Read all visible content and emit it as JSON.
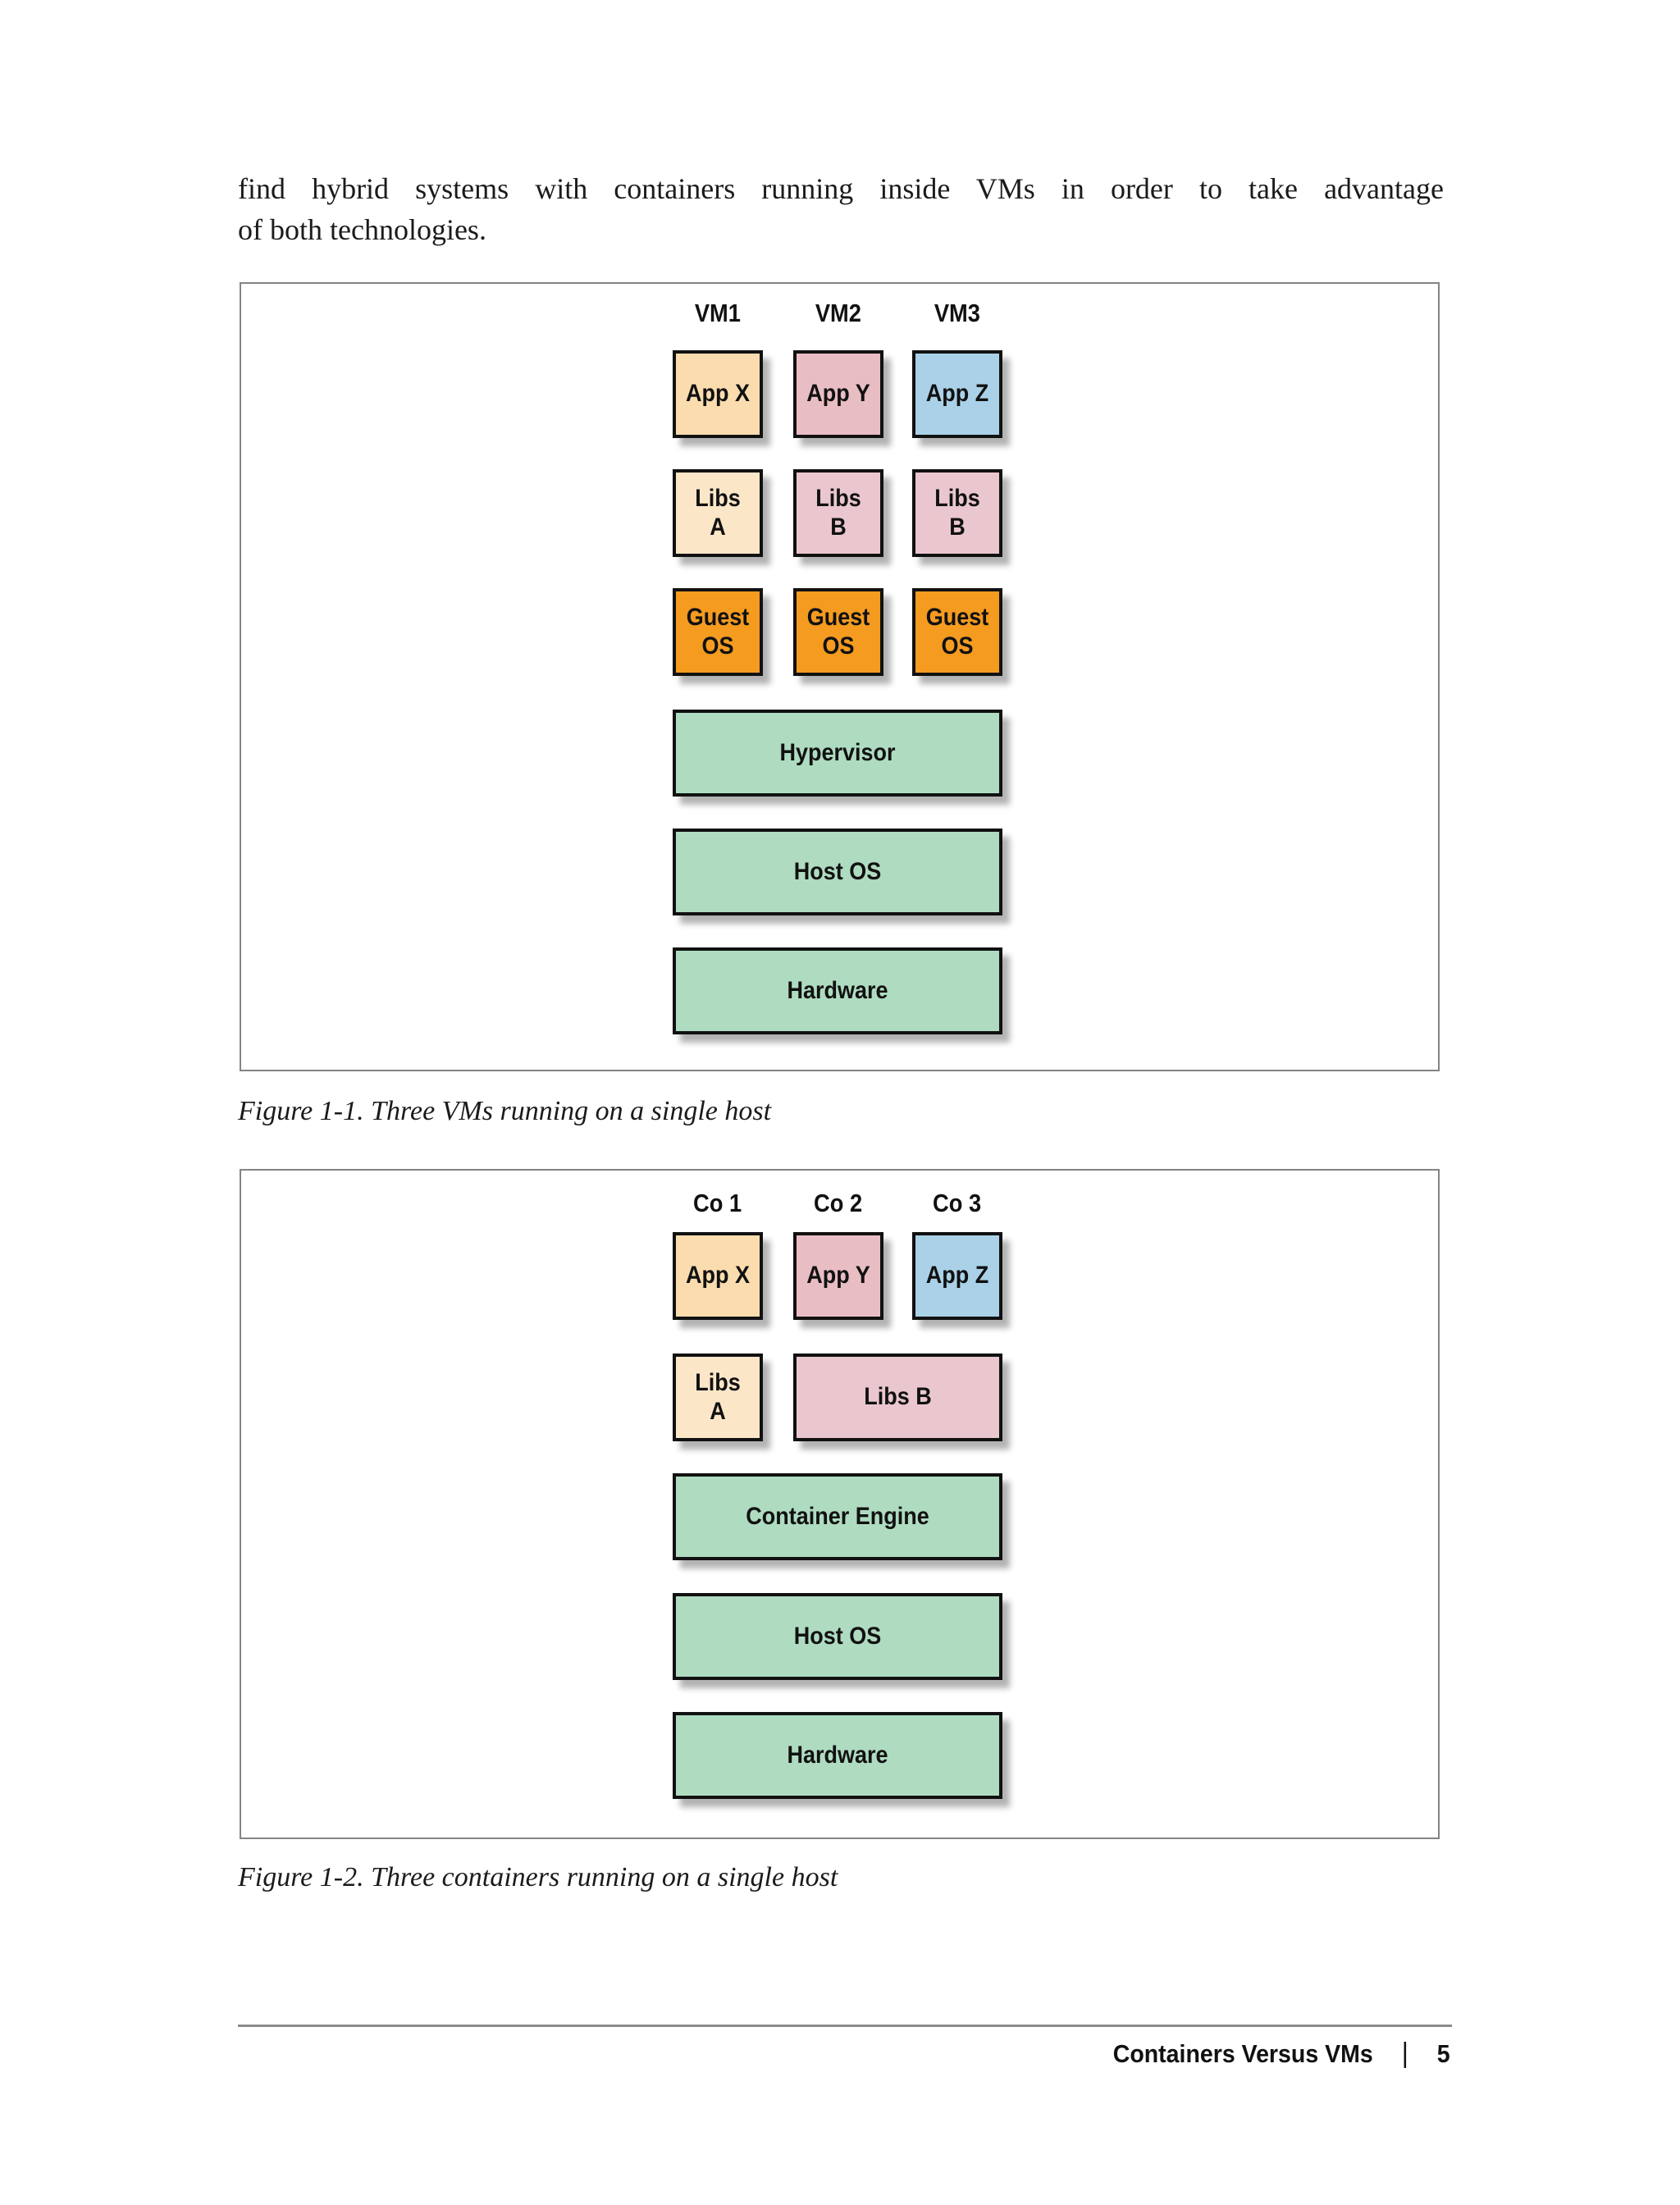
{
  "page": {
    "paragraph_line1": "find hybrid systems with containers running inside VMs in order to take advantage",
    "paragraph_line2": "of both technologies.",
    "footer": {
      "section": "Containers Versus VMs",
      "separator": "|",
      "page_number": "5"
    }
  },
  "colors": {
    "app_x": "#fbdcae",
    "app_y": "#e9bdc4",
    "app_z": "#aad1e7",
    "libs_a": "#fbe6c8",
    "libs_b": "#eac7ce",
    "guest_os": "#f59b20",
    "platform_green": "#afdcc1",
    "frame_border": "#848484"
  },
  "figure1": {
    "caption": "Figure 1-1. Three VMs running on a single host",
    "column_labels": [
      "VM1",
      "VM2",
      "VM3"
    ],
    "app_row": [
      "App X",
      "App Y",
      "App Z"
    ],
    "libs_row": [
      "Libs A",
      "Libs B",
      "Libs B"
    ],
    "guest_row": [
      "Guest OS",
      "Guest OS",
      "Guest OS"
    ],
    "wide_rows": [
      "Hypervisor",
      "Host OS",
      "Hardware"
    ]
  },
  "figure2": {
    "caption": "Figure 1-2. Three containers running on a single host",
    "column_labels": [
      "Co 1",
      "Co 2",
      "Co 3"
    ],
    "app_row": [
      "App X",
      "App Y",
      "App Z"
    ],
    "libs_row": [
      "Libs A",
      "Libs B"
    ],
    "wide_rows": [
      "Container Engine",
      "Host OS",
      "Hardware"
    ]
  }
}
